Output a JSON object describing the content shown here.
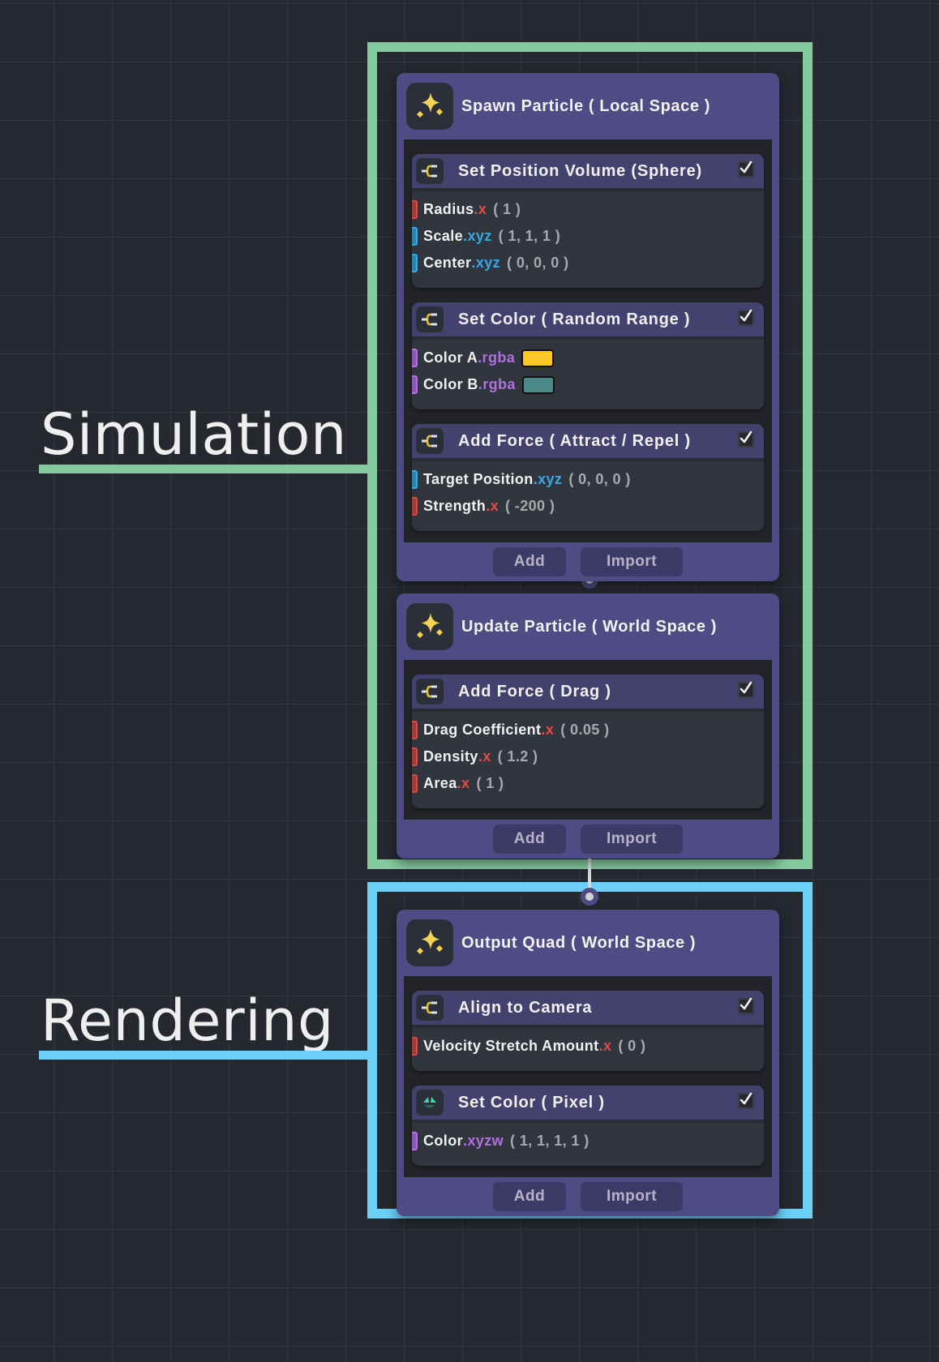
{
  "groups": [
    {
      "label": "Simulation",
      "color": "#82c99c"
    },
    {
      "label": "Rendering",
      "color": "#6bcff6"
    }
  ],
  "nodes": [
    {
      "title": "Spawn Particle ( Local Space )",
      "icon": "sparkles-icon",
      "modules": [
        {
          "title": "Set Position Volume (Sphere)",
          "icon": "branch-icon",
          "enabled": true,
          "props": [
            {
              "name": "Radius",
              "suffix": ".x",
              "type": "float",
              "value": "( 1 )"
            },
            {
              "name": "Scale",
              "suffix": ".xyz",
              "type": "vec3",
              "value": "( 1, 1, 1 )"
            },
            {
              "name": "Center",
              "suffix": ".xyz",
              "type": "vec3",
              "value": "( 0, 0, 0 )"
            }
          ]
        },
        {
          "title": "Set Color ( Random Range )",
          "icon": "branch-icon",
          "enabled": true,
          "props": [
            {
              "name": "Color A",
              "suffix": ".rgba",
              "type": "color",
              "color": "#fbc925"
            },
            {
              "name": "Color B",
              "suffix": ".rgba",
              "type": "color",
              "color": "#4a8a88"
            }
          ]
        },
        {
          "title": "Add Force ( Attract / Repel )",
          "icon": "branch-icon",
          "enabled": true,
          "props": [
            {
              "name": "Target Position",
              "suffix": ".xyz",
              "type": "vec3",
              "value": "( 0, 0, 0 )"
            },
            {
              "name": "Strength",
              "suffix": ".x",
              "type": "float",
              "value": "( -200 )"
            }
          ]
        }
      ],
      "buttons": {
        "add": "Add",
        "import": "Import"
      }
    },
    {
      "title": "Update Particle ( World Space )",
      "icon": "sparkles-icon",
      "modules": [
        {
          "title": "Add Force ( Drag )",
          "icon": "branch-icon",
          "enabled": true,
          "props": [
            {
              "name": "Drag Coefficient",
              "suffix": ".x",
              "type": "float",
              "value": "( 0.05 )"
            },
            {
              "name": "Density",
              "suffix": ".x",
              "type": "float",
              "value": "( 1.2 )"
            },
            {
              "name": "Area",
              "suffix": ".x",
              "type": "float",
              "value": "( 1 )"
            }
          ]
        }
      ],
      "buttons": {
        "add": "Add",
        "import": "Import"
      }
    },
    {
      "title": "Output Quad ( World Space )",
      "icon": "sparkles-icon",
      "modules": [
        {
          "title": "Align to Camera",
          "icon": "branch-icon",
          "enabled": true,
          "props": [
            {
              "name": "Velocity Stretch Amount",
              "suffix": ".x",
              "type": "float",
              "value": "( 0 )"
            }
          ]
        },
        {
          "title": "Set Color ( Pixel )",
          "icon": "pixel-shader-icon",
          "enabled": true,
          "props": [
            {
              "name": "Color",
              "suffix": ".xyzw",
              "type": "vec4",
              "value": "( 1, 1, 1, 1 )"
            }
          ]
        }
      ],
      "buttons": {
        "add": "Add",
        "import": "Import"
      }
    }
  ]
}
